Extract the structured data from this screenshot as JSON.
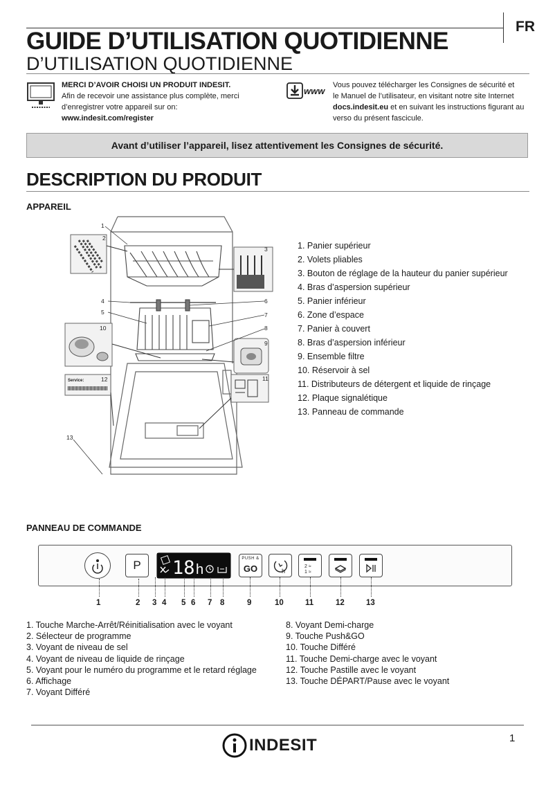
{
  "header": {
    "title_main": "GUIDE D’UTILISATION QUOTIDIENNE",
    "title_sub": "D’UTILISATION QUOTIDIENNE",
    "lang": "FR"
  },
  "intro_left": {
    "line1": "MERCI D’AVOIR CHOISI UN PRODUIT INDESIT.",
    "line2": "Afin de recevoir une assistance plus complète, merci",
    "line3": "d’enregistrer votre appareil sur on:",
    "line4": "www.indesit.com/register"
  },
  "intro_right": {
    "line1": "Vous pouvez télécharger les Consignes de sécurité et",
    "line2": "le Manuel de l’utilisateur, en visitant notre site Internet",
    "line3_bold": "docs.indesit.eu",
    "line3_rest": " et en suivant les instructions figurant au",
    "line4": "verso du présent fascicule.",
    "icon_text": "www"
  },
  "notice": "Avant d’utiliser l’appareil, lisez attentivement les Consignes de sécurité.",
  "section_title": "DESCRIPTION DU PRODUIT",
  "appareil": {
    "heading": "APPAREIL",
    "diagram_labels": [
      "1",
      "2",
      "3",
      "4",
      "5",
      "6",
      "7",
      "8",
      "9",
      "10",
      "11",
      "12",
      "13"
    ],
    "plate_text": "Service:",
    "parts": [
      "1.  Panier supérieur",
      "2.  Volets pliables",
      "3.  Bouton de réglage de la hauteur du panier supérieur",
      "4.  Bras d’aspersion supérieur",
      "5.  Panier inférieur",
      "6.  Zone d’espace",
      "7.  Panier à couvert",
      "8.  Bras d’aspersion inférieur",
      "9.  Ensemble filtre",
      "10.  Réservoir à sel",
      "11.  Distributeurs de détergent et liquide de rinçage",
      "12.  Plaque signalétique",
      "13.   Panneau de commande"
    ]
  },
  "panneau": {
    "heading": "PANNEAU DE COMMANDE",
    "prog_letter": "P",
    "display_digits": "18",
    "display_h": "h",
    "push_text": "PUSH &",
    "go_text": "GO",
    "half_1": "2",
    "half_2": "1",
    "numbers": [
      "1",
      "2",
      "3",
      "4",
      "5",
      "6",
      "7",
      "8",
      "9",
      "10",
      "11",
      "12",
      "13"
    ],
    "list_left": [
      "1.  Touche Marche-Arrêt/Réinitialisation avec le voyant",
      "2.  Sélecteur de programme",
      "3.  Voyant de niveau de sel",
      "4.  Voyant de niveau de liquide de rinçage",
      "5.  Voyant pour le numéro du programme et le retard réglage",
      "6.  Affichage",
      "7.  Voyant Différé"
    ],
    "list_right": [
      "8.  Voyant Demi-charge",
      "9.  Touche Push&GO",
      "10.  Touche Différé",
      "11.  Touche Demi-charge avec le voyant",
      "12.  Touche Pastille avec le voyant",
      "13.  Touche DÉPART/Pause avec le voyant"
    ]
  },
  "footer": {
    "page_number": "1",
    "brand": "INDESIT"
  }
}
